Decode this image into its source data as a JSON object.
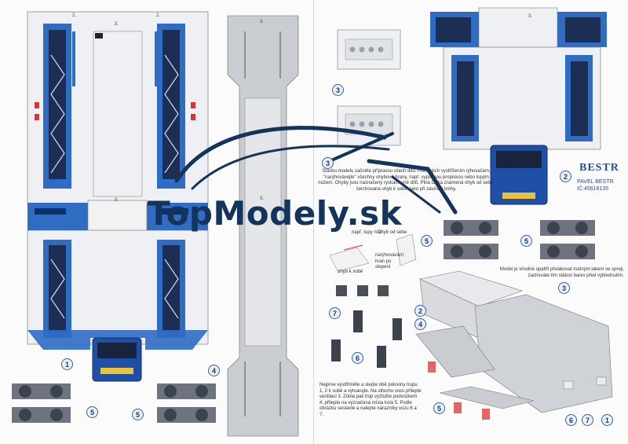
{
  "watermark": {
    "text": "TopModely.sk",
    "color": "#14345c"
  },
  "publisher": {
    "logo": "BESTR",
    "name": "PAVEL BESTR",
    "ic": "IČ:45618135"
  },
  "colors": {
    "accent_blue": "#2f6cc4",
    "dark_blue": "#0f2f6b",
    "panel_gray": "#c9ccd1",
    "bogie_gray": "#6d7480"
  },
  "part_labels": {
    "p2a": "2.",
    "p2b": "2.",
    "p3a": "3.",
    "p3b": "3.",
    "p3c": "3.",
    "p3d": "3.",
    "p3e": "3.",
    "c1": "1",
    "c4": "4",
    "c5a": "5",
    "c5b": "5",
    "c3a": "3",
    "c3b": "3",
    "c2": "2",
    "c5c": "5",
    "c5d": "5",
    "c7a": "7",
    "c6a": "6",
    "c2b": "2",
    "c3c": "3",
    "c4b": "4",
    "c5e": "5",
    "c6b": "6",
    "c7b": "7",
    "c1b": "1"
  },
  "notes": {
    "intro": "Stavbu modelu začněte přípravou všech dílů. Před jejich vystřižením rýhovačem, \"narýhovávejte\" všechny ohybové hrany, např. vypsanou propiskou nebo tupým nožem. Ohyby jsou naznačeny ryskami vně dílů. Plná čárka znamená ohyb od sebe, čerchovaná ohyb k sobě, jako při zavírání knihy.",
    "fold_tools": "např. tupy nůž",
    "fold_away": "ohyb od sebe",
    "fold_to": "ohyb k sobě",
    "scoring": "narýhovávání hran po slepení",
    "varnish": "Model je vhodné opatřit přelakovat matným lakem ve spreji, zachováte tím stálost barev před vyblednutím.",
    "assembly": "Nejprve vystřihněte a slepte obě poloviny trupu 1, 2 k sobě a vytvarujte. Na střechu vozu přilepte ventilaci 3. Zdola pak trup vyztužte podvozkem 4, přilepte na vyznačená místa kola 5. Podle obrázku sestavte a nalepte nárazníky vozu 6 a 7."
  }
}
